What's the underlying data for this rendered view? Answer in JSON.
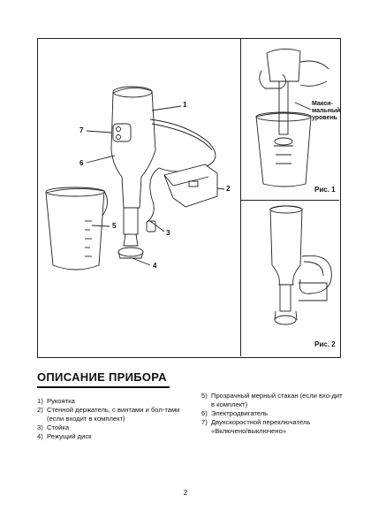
{
  "figure": {
    "callouts": {
      "c1": "1",
      "c2": "2",
      "c3": "3",
      "c4": "4",
      "c5": "5",
      "c6": "6",
      "c7": "7"
    },
    "fig1_label": "Рис. 1",
    "fig2_label": "Рис. 2",
    "max_level_line1": "Макси-",
    "max_level_line2": "мальный",
    "max_level_line3": "уровень"
  },
  "section": {
    "title": "ОПИСАНИЕ ПРИБОРА"
  },
  "parts_left": [
    {
      "num": "1)",
      "text": "Рукоятка"
    },
    {
      "num": "2)",
      "text": "Стенной держатель, с винтами и бол-тами (если входит в комплект)"
    },
    {
      "num": "3)",
      "text": "Стойка"
    },
    {
      "num": "4)",
      "text": "Режущий диск"
    }
  ],
  "parts_right": [
    {
      "num": "5)",
      "text": "Прозрачный мерный стакан (если вхо-дит в комплект)"
    },
    {
      "num": "6)",
      "text": "Электродвигатель"
    },
    {
      "num": "7)",
      "text": "Двухскоростной переключатель «Включено/выключено»"
    }
  ],
  "page_number": "2"
}
